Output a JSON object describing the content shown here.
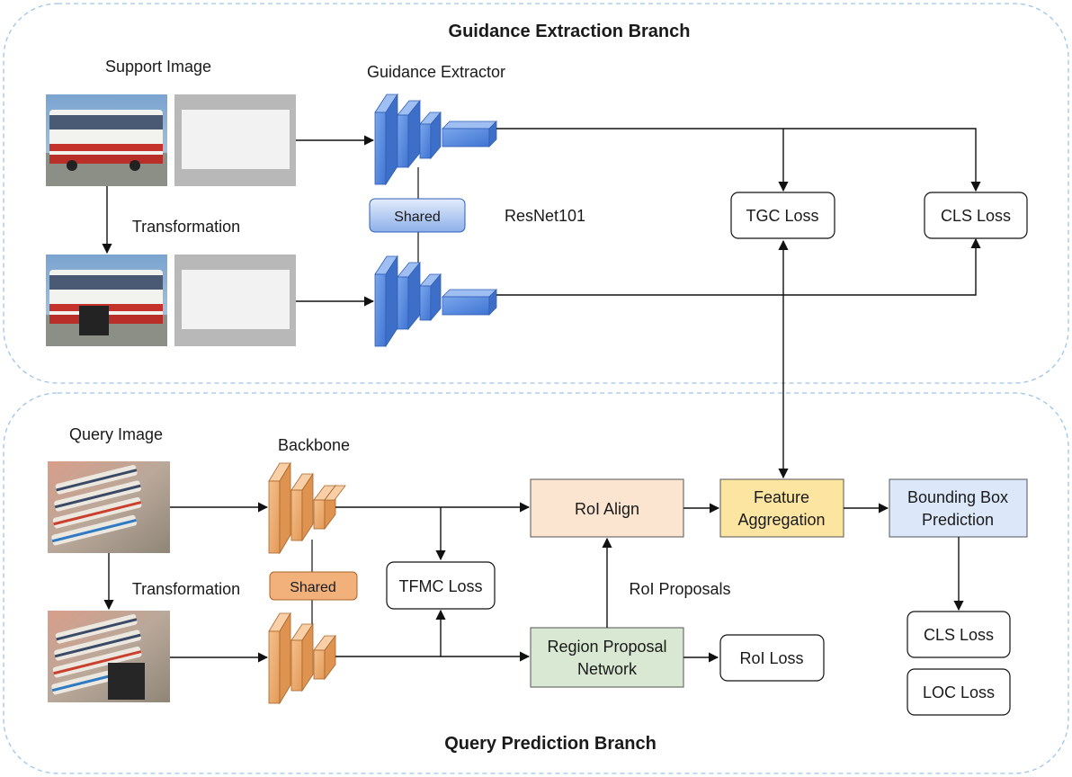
{
  "guidance_branch": {
    "title": "Guidance Extraction Branch",
    "support_image_label": "Support Image",
    "transformation_label": "Transformation",
    "extractor_label": "Guidance Extractor",
    "shared_label": "Shared",
    "resnet_label": "ResNet101",
    "tgc_loss": "TGC Loss",
    "cls_loss": "CLS Loss"
  },
  "query_branch": {
    "title": "Query Prediction Branch",
    "query_image_label": "Query Image",
    "transformation_label": "Transformation",
    "backbone_label": "Backbone",
    "shared_label": "Shared",
    "tfmc_loss": "TFMC Loss",
    "roi_align": "RoI Align",
    "feature_aggregation_line1": "Feature",
    "feature_aggregation_line2": "Aggregation",
    "bbox_line1": "Bounding Box",
    "bbox_line2": "Prediction",
    "rpn_line1": "Region Proposal",
    "rpn_line2": "Network",
    "roi_proposals": "RoI Proposals",
    "roi_loss": "RoI Loss",
    "cls_loss": "CLS Loss",
    "loc_loss": "LOC Loss"
  },
  "colors": {
    "blue_block": "#5b8fe0",
    "orange_block": "#f0b27a",
    "roi_align_fill": "#fbe5d0",
    "feature_agg_fill": "#fce5a0",
    "bbox_fill": "#dce8fa",
    "rpn_fill": "#d8e8d2",
    "branch_border": "#9ec4ea"
  }
}
